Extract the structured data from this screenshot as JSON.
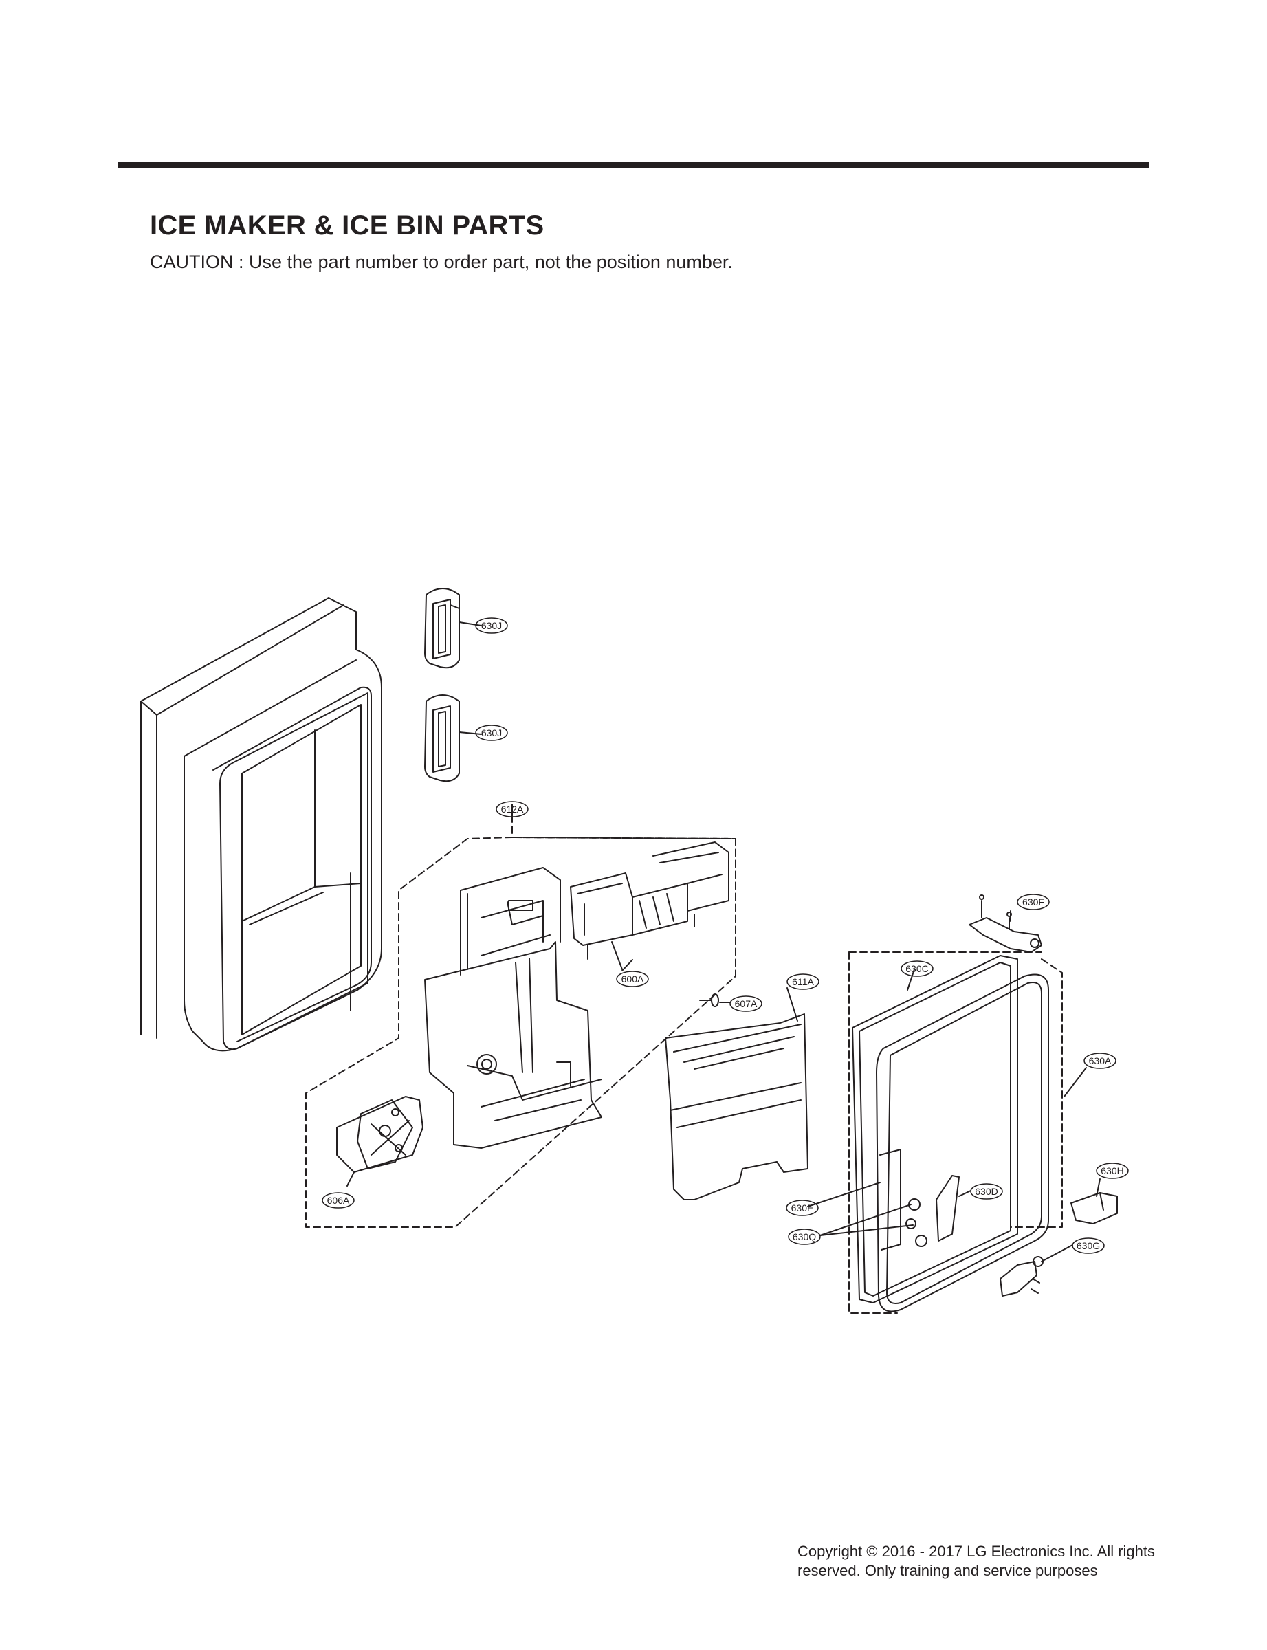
{
  "header": {
    "title": "ICE MAKER & ICE BIN PARTS",
    "caution": "CAUTION : Use the part number to order part, not the position number."
  },
  "callouts": {
    "c630J_top": "630J",
    "c630J_bottom": "630J",
    "c612A": "612A",
    "c600A": "600A",
    "c607A": "607A",
    "c611A": "611A",
    "c606A": "606A",
    "c630F": "630F",
    "c630C": "630C",
    "c630A": "630A",
    "c630H": "630H",
    "c630D": "630D",
    "c630E": "630E",
    "c630Q": "630Q",
    "c630G": "630G"
  },
  "footer": {
    "copyright_line1": "Copyright © 2016 - 2017 LG Electronics Inc. All rights",
    "copyright_line2": "reserved. Only training and service purposes"
  }
}
